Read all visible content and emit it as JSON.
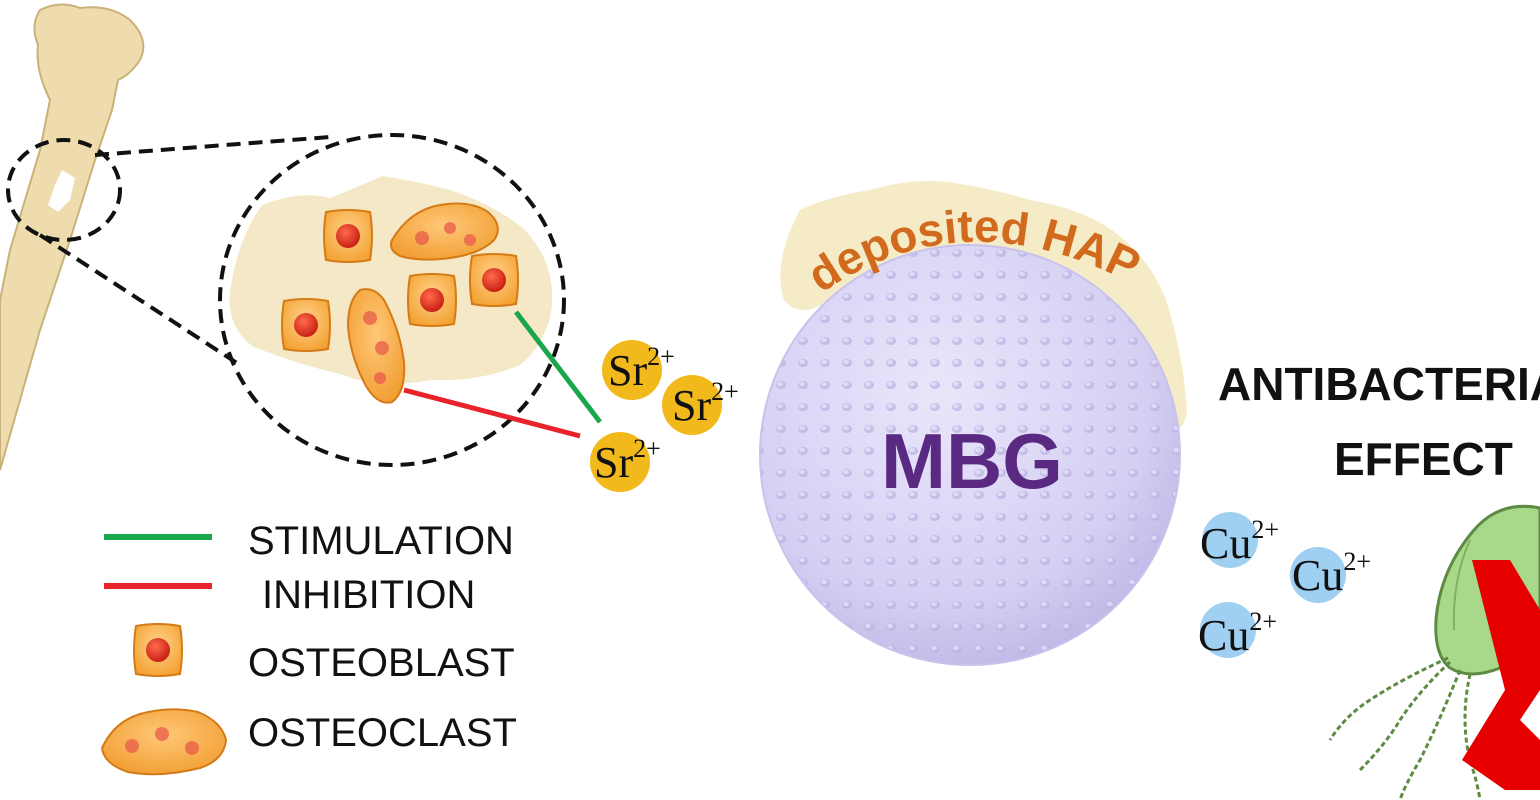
{
  "legend": {
    "stimulation_label": "STIMULATION",
    "inhibition_label": "INHIBITION",
    "osteoblast_label": "OSTEOBLAST",
    "osteoclast_label": "OSTEOCLAST"
  },
  "sphere": {
    "label": "MBG",
    "coating_label": "deposited HAP"
  },
  "ions": {
    "sr_symbol": "Sr",
    "sr_charge": "2+",
    "cu_symbol": "Cu",
    "cu_charge": "2+"
  },
  "antibacterial": {
    "line1": "ANTIBACTERIAL",
    "line2": "EFFECT"
  },
  "colors": {
    "stimulation": "#1aa64a",
    "inhibition": "#e8242a",
    "sr_ion": "#f2b91c",
    "cu_ion": "#9fd0f2",
    "sphere": "#d6d2f2",
    "mbg_text": "#5a2a82",
    "hap_text": "#d26a1e",
    "bone": "#efdcae",
    "bacterium": "#a8d88a",
    "cross": "#e60000"
  },
  "icons": [
    "bone-icon",
    "osteoblast-icon",
    "osteoclast-icon",
    "bacterium-icon",
    "cross-icon"
  ]
}
